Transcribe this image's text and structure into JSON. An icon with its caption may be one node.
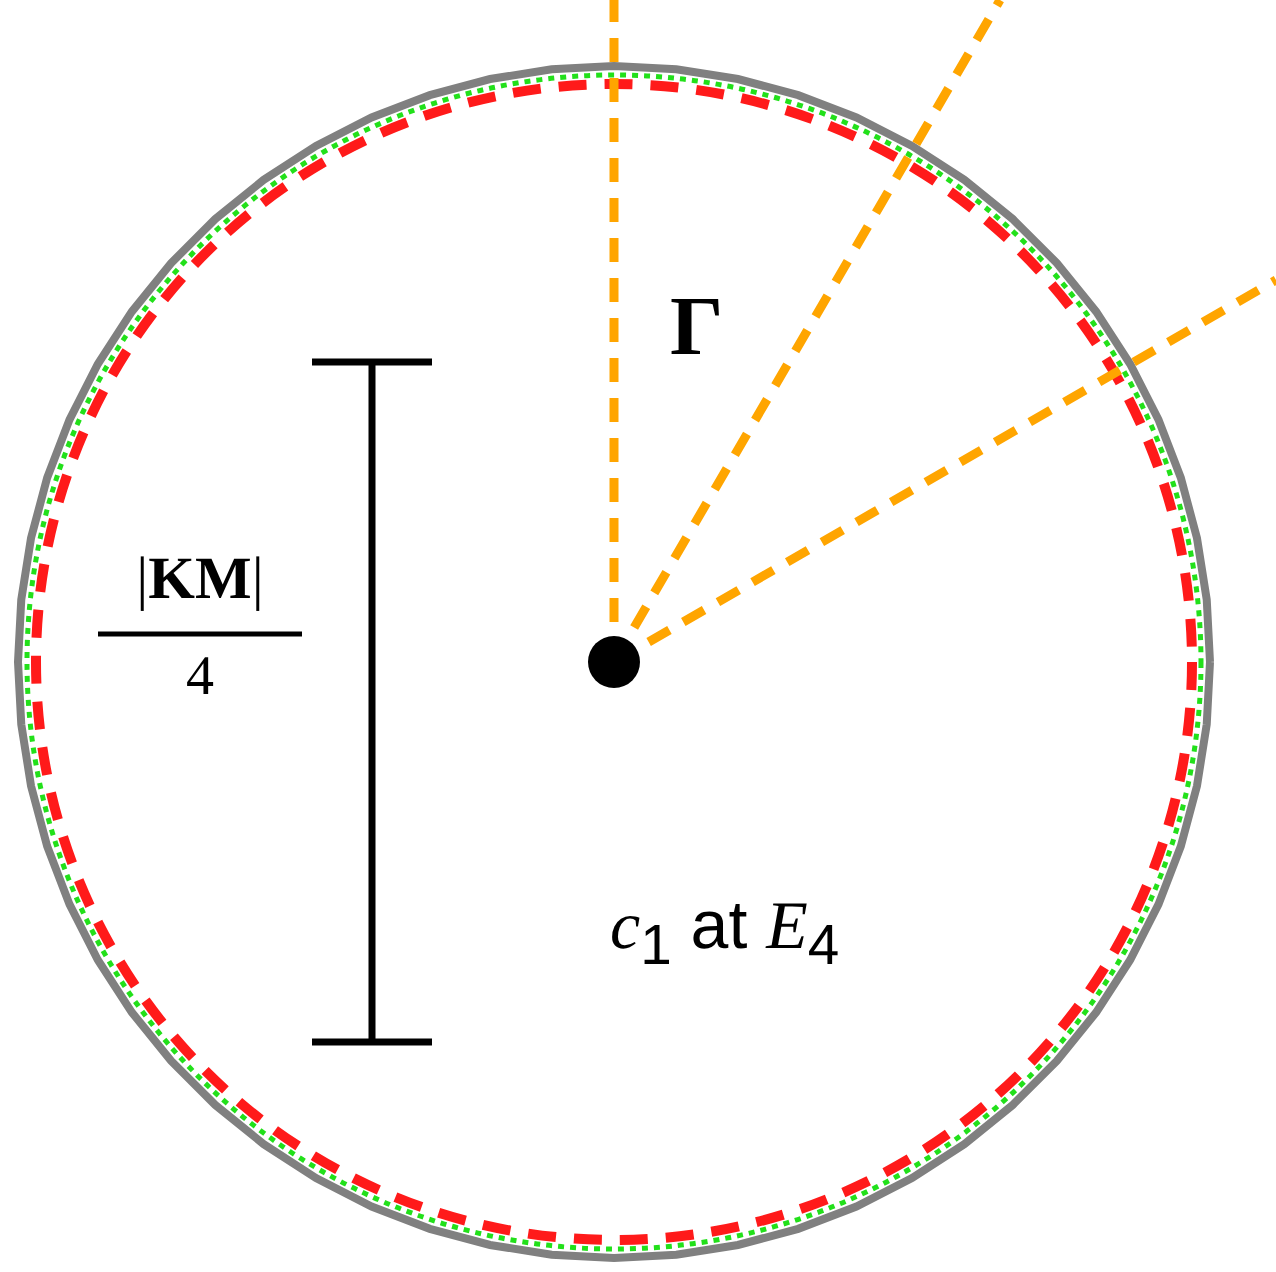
{
  "diagram": {
    "labels": [
      "Γ",
      "|**KM**|",
      "4",
      "*c*$_{1}$ at *E*$_{4}$"
    ]
  }
}
